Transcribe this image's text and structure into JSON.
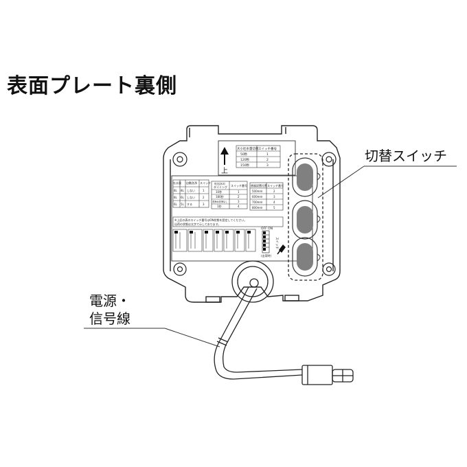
{
  "title": "表面プレート裏側",
  "callouts": {
    "switch": "切替スイッチ",
    "power_line1": "電源・",
    "power_line2": "信号線"
  },
  "device": {
    "arrow_label": "上",
    "table_top": {
      "headers": [
        "大小吐水量切替",
        "スイッチ番号"
      ],
      "rows": [
        [
          "50秒",
          "1"
        ],
        [
          "120秒",
          "2"
        ],
        [
          "150秒",
          "3"
        ]
      ]
    },
    "table_left": {
      "headers": [
        "吐水量",
        "自動洗浄",
        "スイッチ"
      ],
      "rows": [
        [
          "8L",
          "8L",
          "1"
        ],
        [
          "8L",
          "6L",
          "2"
        ],
        [
          "6L",
          "5L",
          "3"
        ]
      ],
      "mid_col": [
        "しない",
        "しない",
        "する"
      ]
    },
    "table_mid": {
      "headers": [
        "吐出水の",
        "タイミング",
        "スイッチ番号"
      ],
      "rows": [
        [
          "10秒",
          "1"
        ],
        [
          "180秒",
          "2"
        ],
        [
          "洗浄水洗浄なし",
          "3"
        ],
        [
          "1秒",
          "4"
        ]
      ]
    },
    "table_right": {
      "headers": [
        "便器設置位置",
        "スイッチ番号"
      ],
      "rows": [
        [
          "500mm",
          "2"
        ],
        [
          "600mm",
          "3"
        ],
        [
          "700mm",
          "4"
        ],
        [
          "800mm",
          "5"
        ]
      ]
    },
    "note": "※上記の表のスイッチ番号はON状態を設定してください。",
    "note2": "出荷の状態は太字で示しております。",
    "dip_label": "OFF ON",
    "dip_side": "スイッチ",
    "dip_bottom": "(出荷時)"
  }
}
